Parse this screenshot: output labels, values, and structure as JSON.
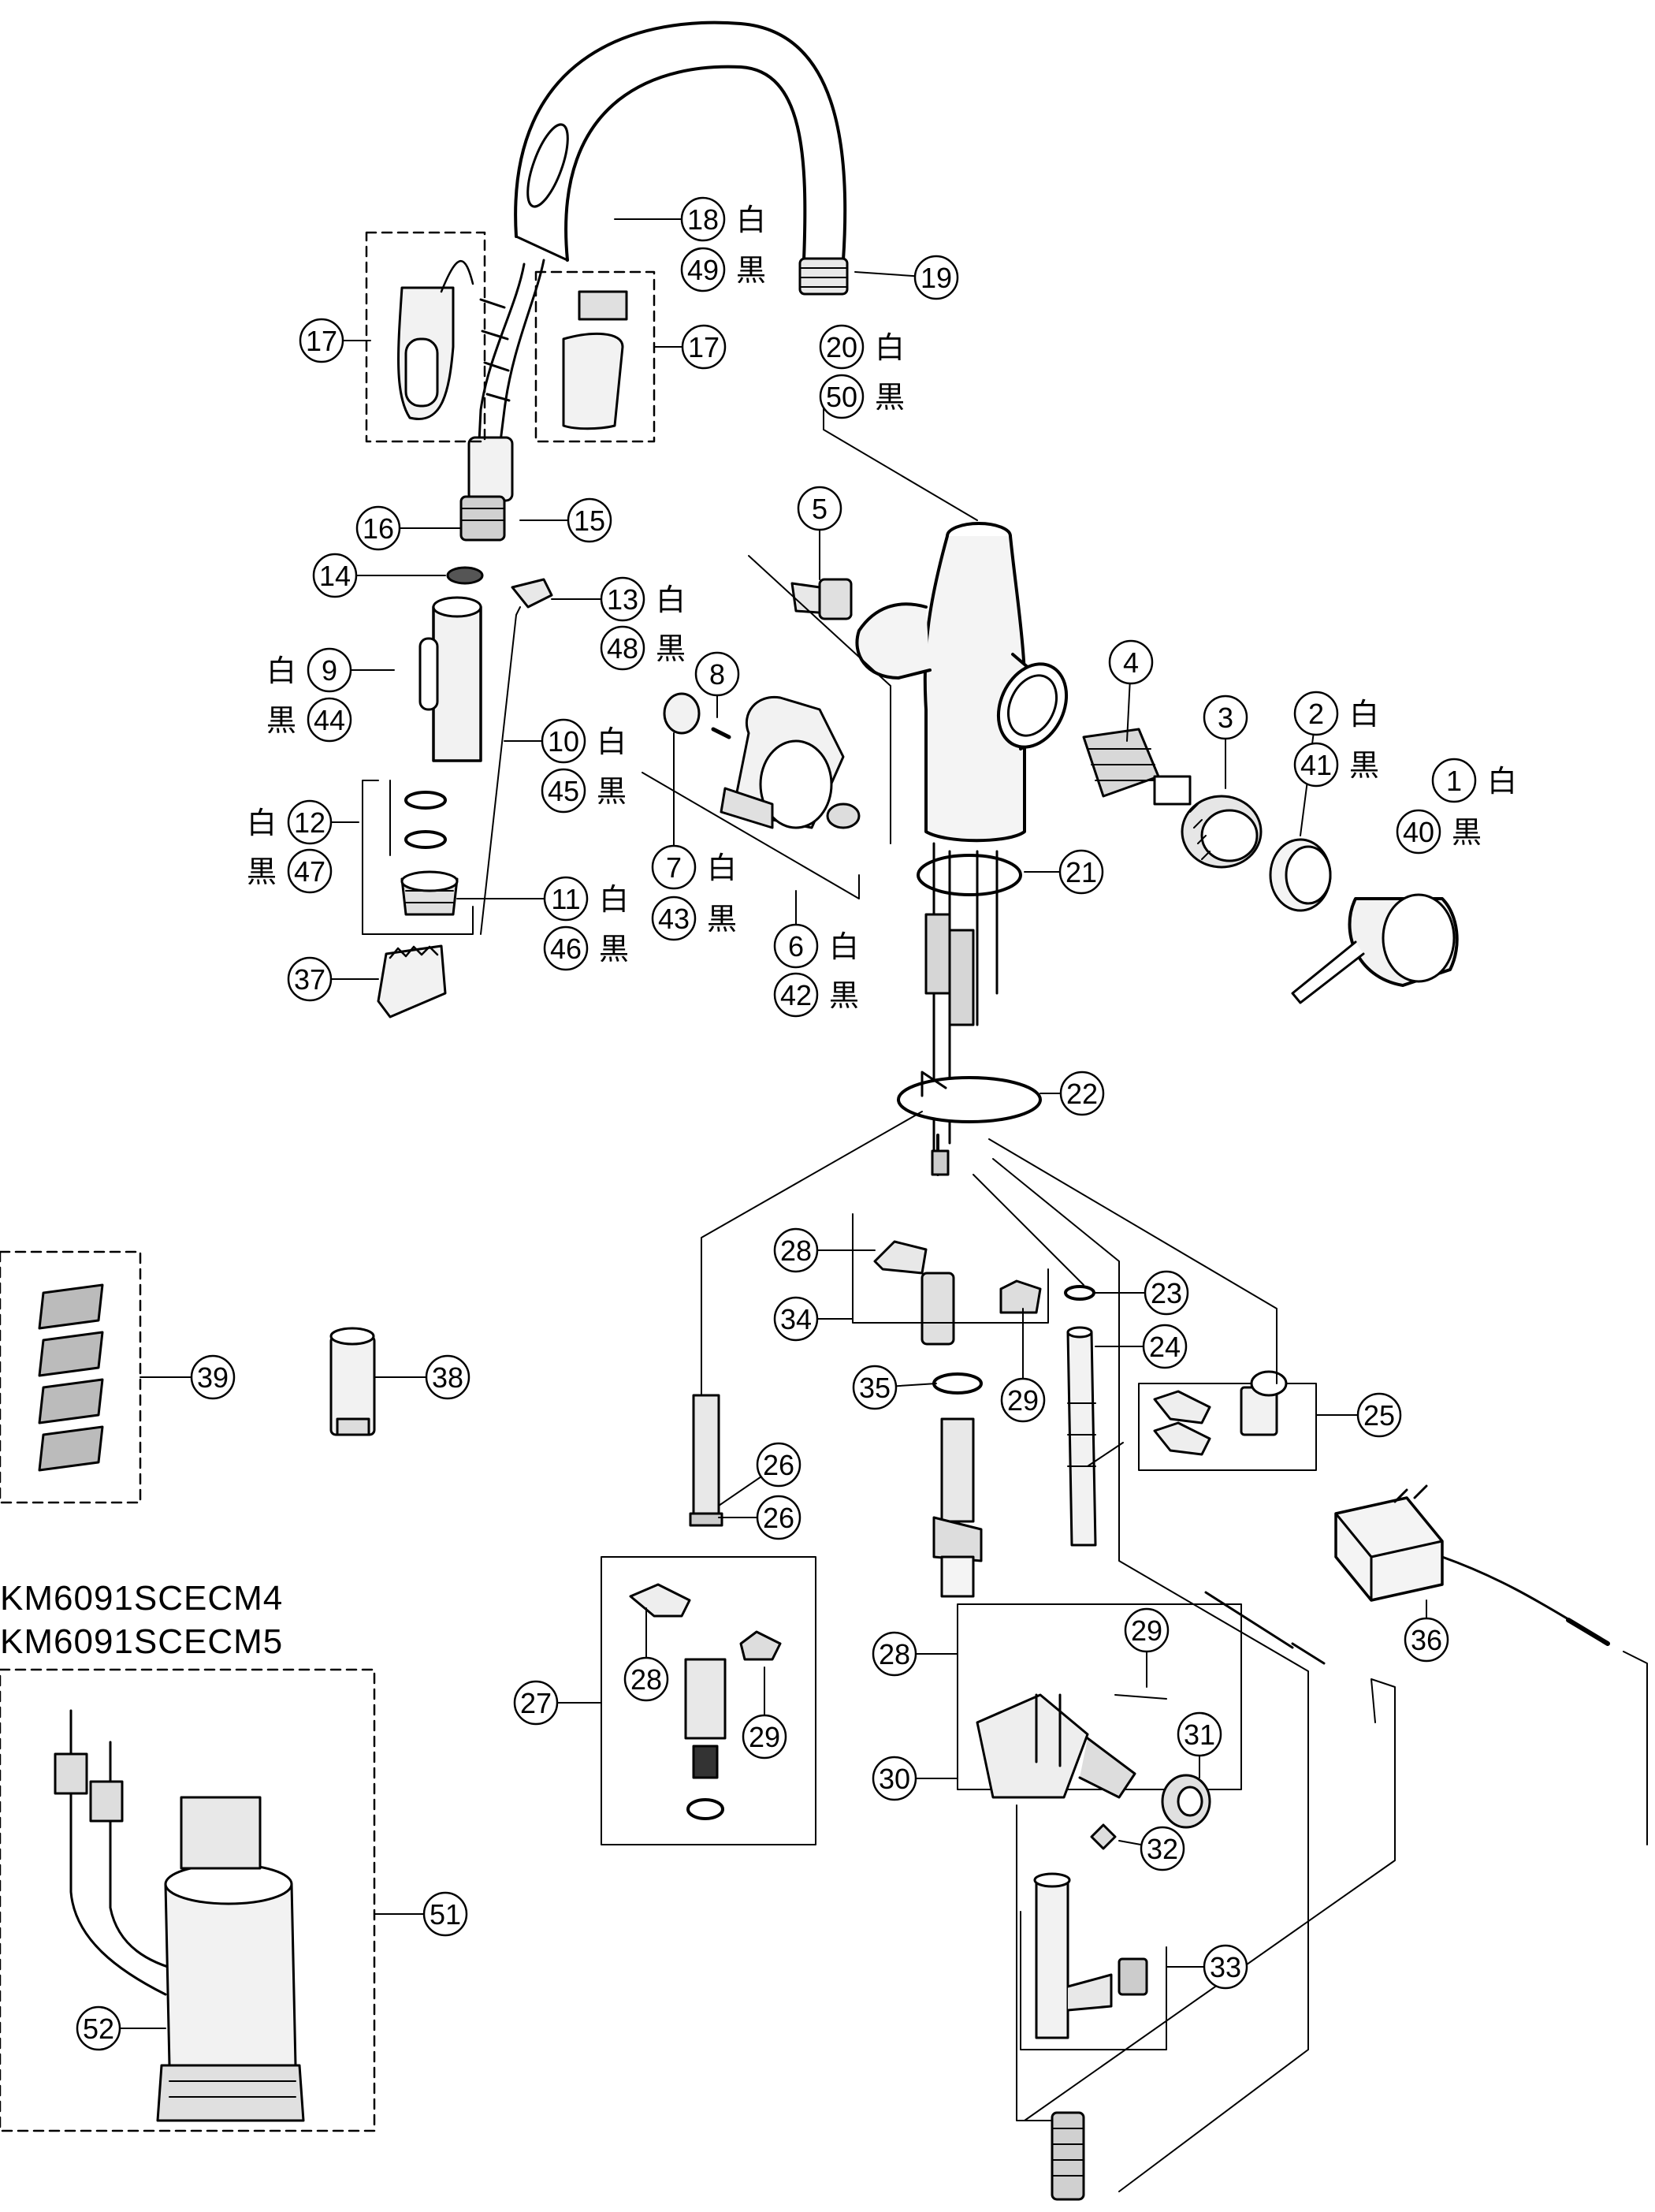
{
  "models": [
    "KM6091SCECM4",
    "KM6091SCECM5"
  ],
  "colors": {
    "line": "#000000",
    "background": "#ffffff",
    "part_fill": "#d4d4d4"
  },
  "callouts": [
    {
      "num": "1",
      "suffix": "白"
    },
    {
      "num": "40",
      "suffix": "黒"
    },
    {
      "num": "2",
      "suffix": "白"
    },
    {
      "num": "41",
      "suffix": "黒"
    },
    {
      "num": "3",
      "suffix": ""
    },
    {
      "num": "4",
      "suffix": ""
    },
    {
      "num": "5",
      "suffix": ""
    },
    {
      "num": "6",
      "suffix": "白"
    },
    {
      "num": "42",
      "suffix": "黒"
    },
    {
      "num": "7",
      "suffix": "白"
    },
    {
      "num": "43",
      "suffix": "黒"
    },
    {
      "num": "8",
      "suffix": ""
    },
    {
      "num": "9",
      "suffix": "白"
    },
    {
      "num": "44",
      "suffix": "黒"
    },
    {
      "num": "10",
      "suffix": "白"
    },
    {
      "num": "45",
      "suffix": "黒"
    },
    {
      "num": "11",
      "suffix": "白"
    },
    {
      "num": "46",
      "suffix": "黒"
    },
    {
      "num": "12",
      "suffix": "白"
    },
    {
      "num": "47",
      "suffix": "黒"
    },
    {
      "num": "13",
      "suffix": "白"
    },
    {
      "num": "48",
      "suffix": "黒"
    },
    {
      "num": "14",
      "suffix": ""
    },
    {
      "num": "15",
      "suffix": ""
    },
    {
      "num": "16",
      "suffix": ""
    },
    {
      "num": "17",
      "suffix": ""
    },
    {
      "num": "17",
      "suffix": ""
    },
    {
      "num": "18",
      "suffix": "白"
    },
    {
      "num": "49",
      "suffix": "黒"
    },
    {
      "num": "19",
      "suffix": ""
    },
    {
      "num": "20",
      "suffix": "白"
    },
    {
      "num": "50",
      "suffix": "黒"
    },
    {
      "num": "21",
      "suffix": ""
    },
    {
      "num": "22",
      "suffix": ""
    },
    {
      "num": "23",
      "suffix": ""
    },
    {
      "num": "24",
      "suffix": ""
    },
    {
      "num": "25",
      "suffix": ""
    },
    {
      "num": "26",
      "suffix": ""
    },
    {
      "num": "26",
      "suffix": ""
    },
    {
      "num": "27",
      "suffix": ""
    },
    {
      "num": "28",
      "suffix": ""
    },
    {
      "num": "28",
      "suffix": ""
    },
    {
      "num": "28",
      "suffix": ""
    },
    {
      "num": "29",
      "suffix": ""
    },
    {
      "num": "29",
      "suffix": ""
    },
    {
      "num": "29",
      "suffix": ""
    },
    {
      "num": "30",
      "suffix": ""
    },
    {
      "num": "31",
      "suffix": ""
    },
    {
      "num": "32",
      "suffix": ""
    },
    {
      "num": "33",
      "suffix": ""
    },
    {
      "num": "34",
      "suffix": ""
    },
    {
      "num": "35",
      "suffix": ""
    },
    {
      "num": "36",
      "suffix": ""
    },
    {
      "num": "37",
      "suffix": ""
    },
    {
      "num": "38",
      "suffix": ""
    },
    {
      "num": "39",
      "suffix": ""
    },
    {
      "num": "51",
      "suffix": ""
    },
    {
      "num": "52",
      "suffix": ""
    }
  ]
}
